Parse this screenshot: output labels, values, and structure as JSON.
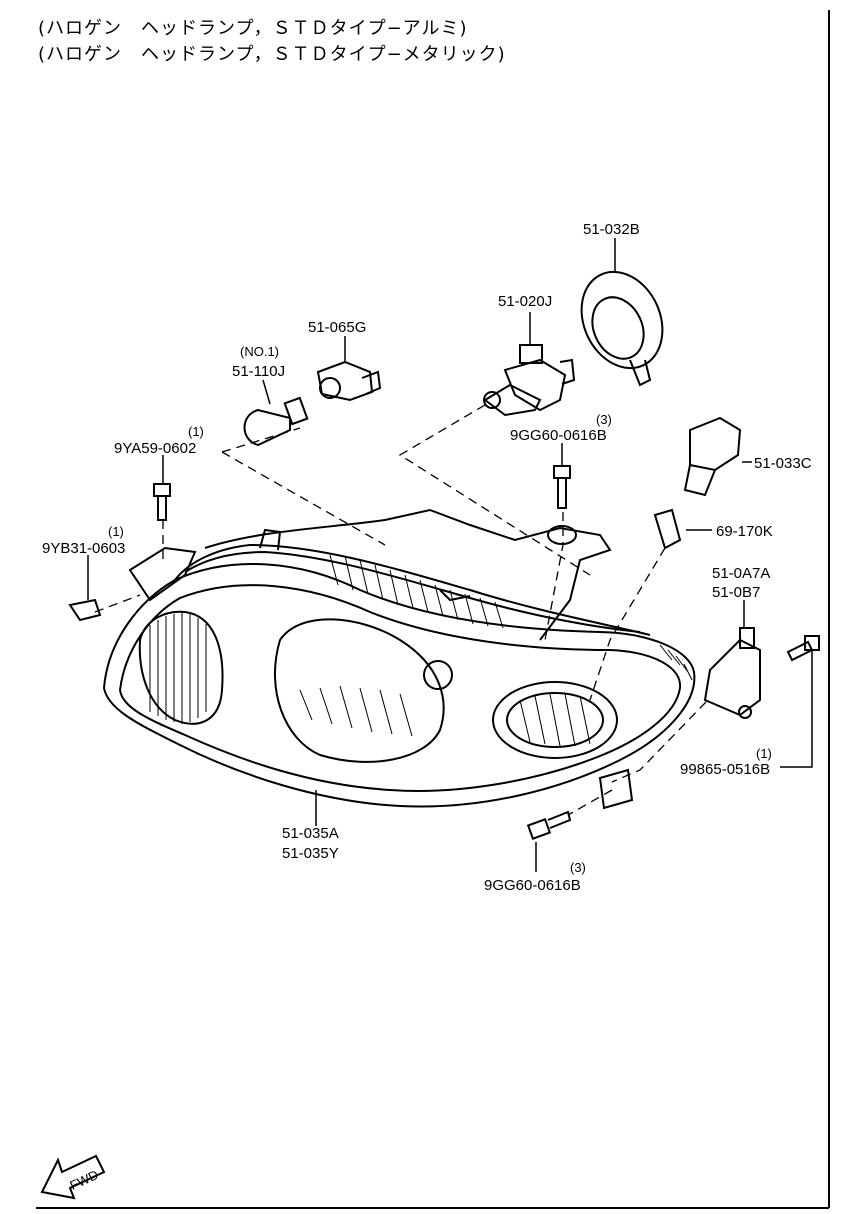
{
  "header": {
    "line1": "(ハロゲン　ヘッドランプ，ＳＴＤタイプ−アルミ)",
    "line2": "(ハロゲン　ヘッドランプ，ＳＴＤタイプ−メタリック)"
  },
  "callouts": {
    "p_51_032b": {
      "number": "51-032B"
    },
    "p_51_020j": {
      "number": "51-020J"
    },
    "p_51_065g": {
      "number": "51-065G"
    },
    "p_51_110j": {
      "number": "51-110J",
      "qty": "(NO.1)"
    },
    "p_9ya59_0602": {
      "number": "9YA59-0602",
      "qty": "(1)"
    },
    "p_9gg60_0616b_top": {
      "number": "9GG60-0616B",
      "qty": "(3)"
    },
    "p_51_033c": {
      "number": "51-033C"
    },
    "p_9yb31_0603": {
      "number": "9YB31-0603",
      "qty": "(1)"
    },
    "p_69_170k": {
      "number": "69-170K"
    },
    "p_51_0a7a": {
      "number": "51-0A7A"
    },
    "p_51_0b7": {
      "number": "51-0B7"
    },
    "p_99865_0516b": {
      "number": "99865-0516B",
      "qty": "(1)"
    },
    "p_51_035a": {
      "number": "51-035A"
    },
    "p_51_035y": {
      "number": "51-035Y"
    },
    "p_9gg60_0616b_bottom": {
      "number": "9GG60-0616B",
      "qty": "(3)"
    }
  },
  "fwd_arrow": {
    "label": "FWD"
  },
  "colors": {
    "ink": "#000000",
    "paper": "#ffffff"
  }
}
